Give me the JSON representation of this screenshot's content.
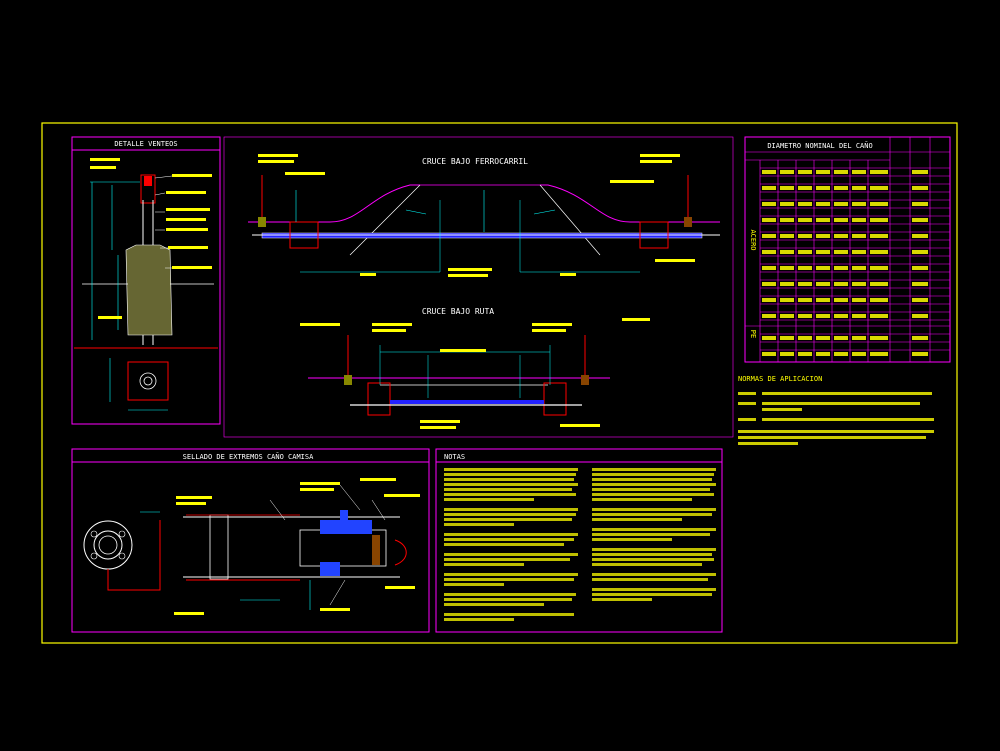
{
  "titles": {
    "venteo": "DETALLE VENTEOS",
    "ferrocarril": "CRUCE BAJO FERROCARRIL",
    "ruta": "CRUCE BAJO RUTA",
    "sellado": "SELLADO DE EXTREMOS CAÑO CAMISA",
    "notas": "NOTAS",
    "tabla": "DIAMETRO NOMINAL DEL CAÑO",
    "normas": "NORMAS DE APLICACION"
  },
  "table": {
    "material_a": "ACERO",
    "material_b": "PE"
  },
  "colors": {
    "background": "#000000",
    "frame": "#ffff00",
    "panel_border": "#ff00ff",
    "pipe": "#0000ff",
    "dimension": "#00ffff",
    "section": "#ff0000",
    "text": "#ffffff",
    "annotation": "#ffff00"
  }
}
